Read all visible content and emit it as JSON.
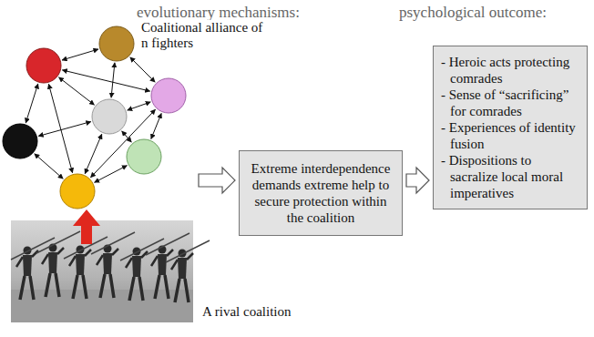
{
  "diagram": {
    "nodes": [
      {
        "text": [
          "Extreme interdependence demands extreme help to secure protection within the coalition"
        ]
      },
      {
        "text": [
          "- Heroic acts protecting comrades",
          "- Sense of “sacrificing” for comrades",
          "- Experiences of identity fusion",
          "- Dispositions to sacralize local moral imperatives"
        ]
      }
    ],
    "edges": [
      {
        "from": 0,
        "to": 1,
        "arrow": "to"
      }
    ],
    "labels": [
      "evolutionary mechanisms:",
      "psychological outcome:",
      "Coalitional alliance of n fighters",
      "A rival coalition"
    ]
  }
}
